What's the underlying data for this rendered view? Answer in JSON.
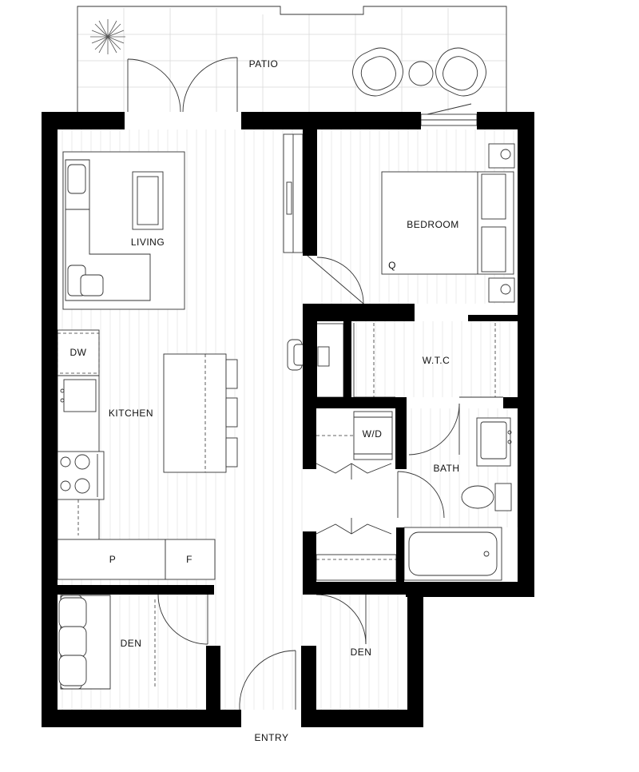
{
  "rooms": {
    "patio": "PATIO",
    "bedroom": "BEDROOM",
    "bed_size": "Q",
    "living": "LIVING",
    "dw": "DW",
    "wtc": "W.T.C",
    "kitchen": "KITCHEN",
    "wd": "W/D",
    "bath": "BATH",
    "pantry": "P",
    "fridge": "F",
    "den_left": "DEN",
    "den_right": "DEN",
    "entry": "ENTRY"
  },
  "colors": {
    "wall": "#000000",
    "line": "#333333",
    "floor_hatch": "#e6e6e6",
    "background": "#ffffff"
  }
}
